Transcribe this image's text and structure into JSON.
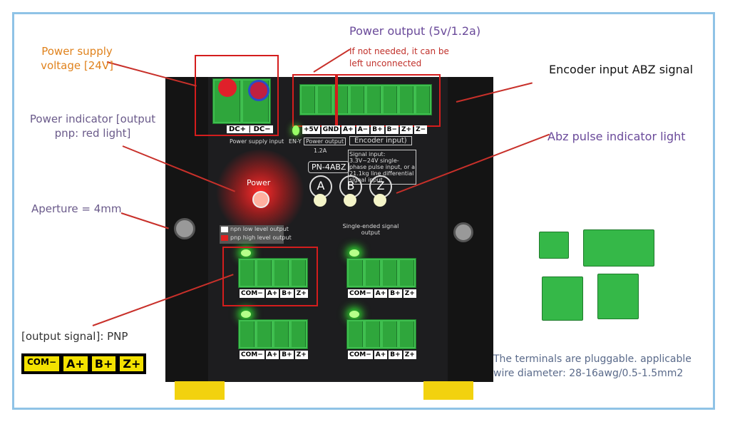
{
  "annotations": {
    "power_output": "Power output (5v/1.2a)",
    "unconnected": "If not needed, it can be left unconnected",
    "supply_voltage": "Power supply voltage [24V]",
    "encoder_input": "Encoder input ABZ signal",
    "power_indicator": "Power indicator [output pnp: red light]",
    "abz_indicator": "Abz pulse indicator light",
    "aperture": "Aperture = 4mm",
    "output_signal": "[output signal]: PNP",
    "terminals": "The terminals are pluggable. applicable wire diameter: 28-16awg/0.5-1.5mm2"
  },
  "legend_pins": [
    "COM−",
    "A+",
    "B+",
    "Z+"
  ],
  "device": {
    "dc_labels": "DC+ | DC−",
    "power_supply_input": "Power supply input",
    "input_pins": [
      "+5V",
      "GND",
      "A+",
      "A−",
      "B+",
      "B−",
      "Z+",
      "Z−"
    ],
    "power_output_label": "Power output",
    "current": "1.2A",
    "encoder_input_label": "Encoder input)",
    "en_label": "EN-Y",
    "signal_note": "Signal input: 3.3V~24V single-phase pulse input, or a 21.1kg line differential signal input",
    "model": "PN-4ABZ",
    "indicators": [
      "A",
      "B",
      "Z"
    ],
    "power_led": "Power",
    "npn_legend": "npn low level output",
    "pnp_legend": "pnp high level output",
    "single_ended": "Single-ended signal output",
    "output_pins": [
      "COM−",
      "A+",
      "B+",
      "Z+"
    ],
    "colors": {
      "led_red": "#ff2a2a",
      "led_green": "#7dff5a",
      "terminal": "#3fbf4f",
      "accent": "#d41d1d"
    }
  }
}
